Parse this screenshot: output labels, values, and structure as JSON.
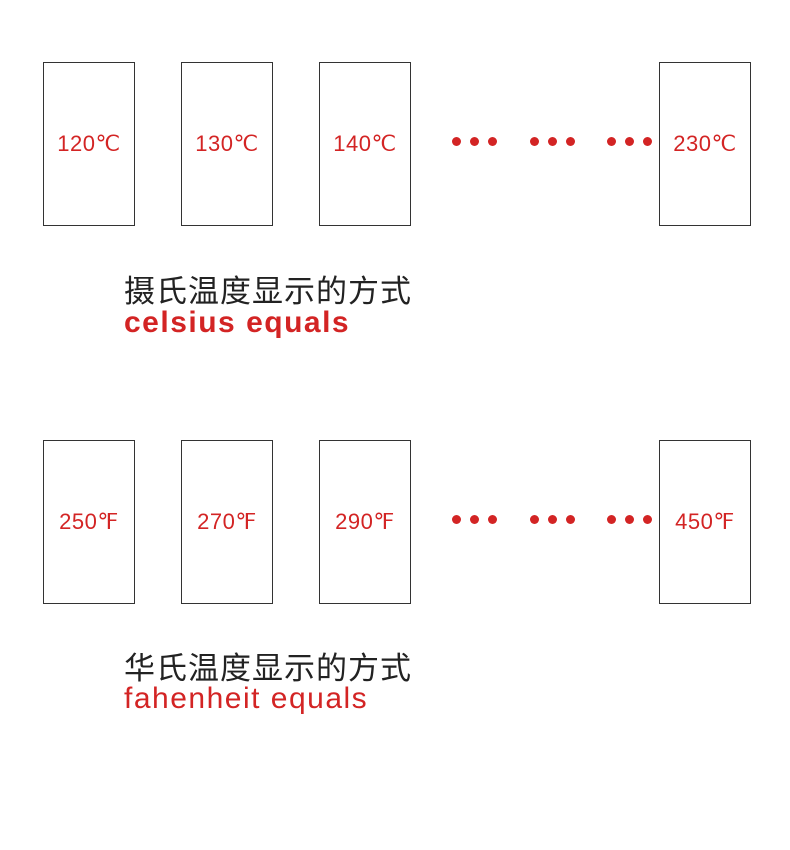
{
  "celsius": {
    "values": [
      "120℃",
      "130℃",
      "140℃",
      "230℃"
    ],
    "caption_cn": "摄氏温度显示的方式",
    "caption_en": "celsius equals"
  },
  "fahrenheit": {
    "values": [
      "250℉",
      "270℉",
      "290℉",
      "450℉"
    ],
    "caption_cn": "华氏温度显示的方式",
    "caption_en": "fahenheit equals"
  },
  "colors": {
    "accent_red": "#d32424",
    "text_dark": "#222222",
    "box_border": "#333333"
  }
}
